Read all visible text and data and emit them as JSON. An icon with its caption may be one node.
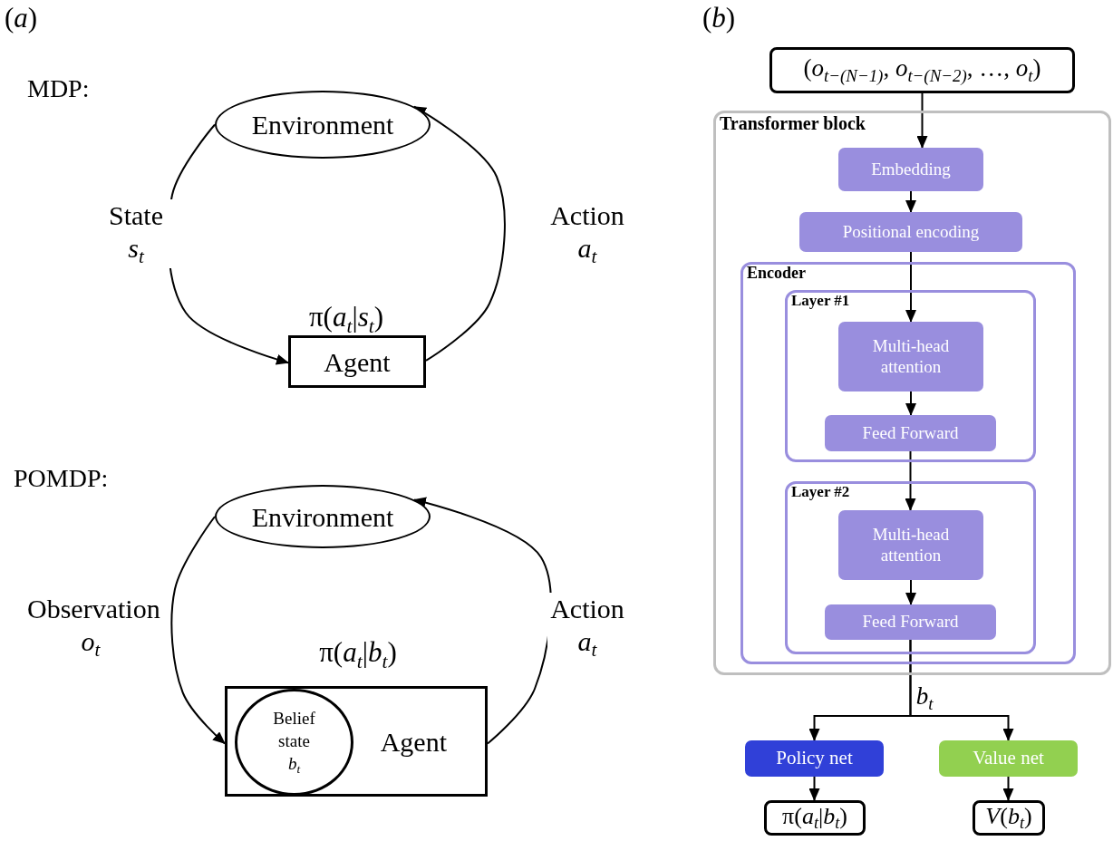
{
  "diagram": {
    "nodes": [
      {
        "text": [
          "Environment"
        ]
      },
      {
        "text": [
          "Agent"
        ],
        "beside": [
          "π(*a*$_{t}$|*s*$_{t}$)"
        ]
      },
      {
        "text": [
          "Environment"
        ]
      },
      {
        "text": [
          "Agent"
        ],
        "beside": [
          "π(*a*$_{t}$|*b*$_{t}$)"
        ]
      },
      {
        "text": [
          "Belief state *b*$_{t}$"
        ],
        "in": 3
      },
      {
        "text": [
          "(*o*$_{t−(N−1)}$, *o*$_{t−(N−2)}$, …, *o*$_{t}$)"
        ]
      },
      {
        "text": [
          "Transformer block"
        ]
      },
      {
        "text": [
          "Embedding"
        ],
        "in": 6
      },
      {
        "text": [
          "Positional encoding"
        ],
        "in": 6
      },
      {
        "text": [
          "Encoder"
        ],
        "in": 6
      },
      {
        "text": [
          "Layer #1"
        ],
        "in": 9
      },
      {
        "text": [
          "Multi-head attention"
        ],
        "in": 10
      },
      {
        "text": [
          "Feed Forward"
        ],
        "in": 10
      },
      {
        "text": [
          "Layer #2"
        ],
        "in": 9
      },
      {
        "text": [
          "Multi-head attention"
        ],
        "in": 13
      },
      {
        "text": [
          "Feed Forward"
        ],
        "in": 13
      },
      {
        "text": [
          "Policy net"
        ]
      },
      {
        "text": [
          "Value net"
        ]
      },
      {
        "text": [
          "π(*a*$_{t}$|*b*$_{t}$)"
        ]
      },
      {
        "text": [
          "*V*(*b*$_{t}$)"
        ]
      }
    ],
    "edges": [
      {
        "from": 0,
        "to": 1,
        "arrow": "to",
        "label": "State *s*$_{t}$"
      },
      {
        "from": 1,
        "to": 0,
        "arrow": "to",
        "label": "Action *a*$_{t}$"
      },
      {
        "from": 2,
        "to": 3,
        "arrow": "to",
        "label": "Observation *o*$_{t}$"
      },
      {
        "from": 3,
        "to": 2,
        "arrow": "to",
        "label": "Action *a*$_{t}$"
      },
      {
        "from": 5,
        "to": 7,
        "arrow": "to"
      },
      {
        "from": 7,
        "to": 8,
        "arrow": "to"
      },
      {
        "from": 8,
        "to": 11,
        "arrow": "to"
      },
      {
        "from": 11,
        "to": 12,
        "arrow": "to"
      },
      {
        "from": 12,
        "to": 14,
        "arrow": "to"
      },
      {
        "from": 14,
        "to": 15,
        "arrow": "to"
      },
      {
        "from": 15,
        "to": 16,
        "arrow": "to",
        "label": "*b*$_{t}$"
      },
      {
        "from": 15,
        "to": 17,
        "arrow": "to"
      },
      {
        "from": 16,
        "to": 18,
        "arrow": "to"
      },
      {
        "from": 17,
        "to": 19,
        "arrow": "to"
      }
    ],
    "labels": [
      "(*a*)",
      "MDP:",
      "POMDP:",
      "(*b*)"
    ]
  }
}
